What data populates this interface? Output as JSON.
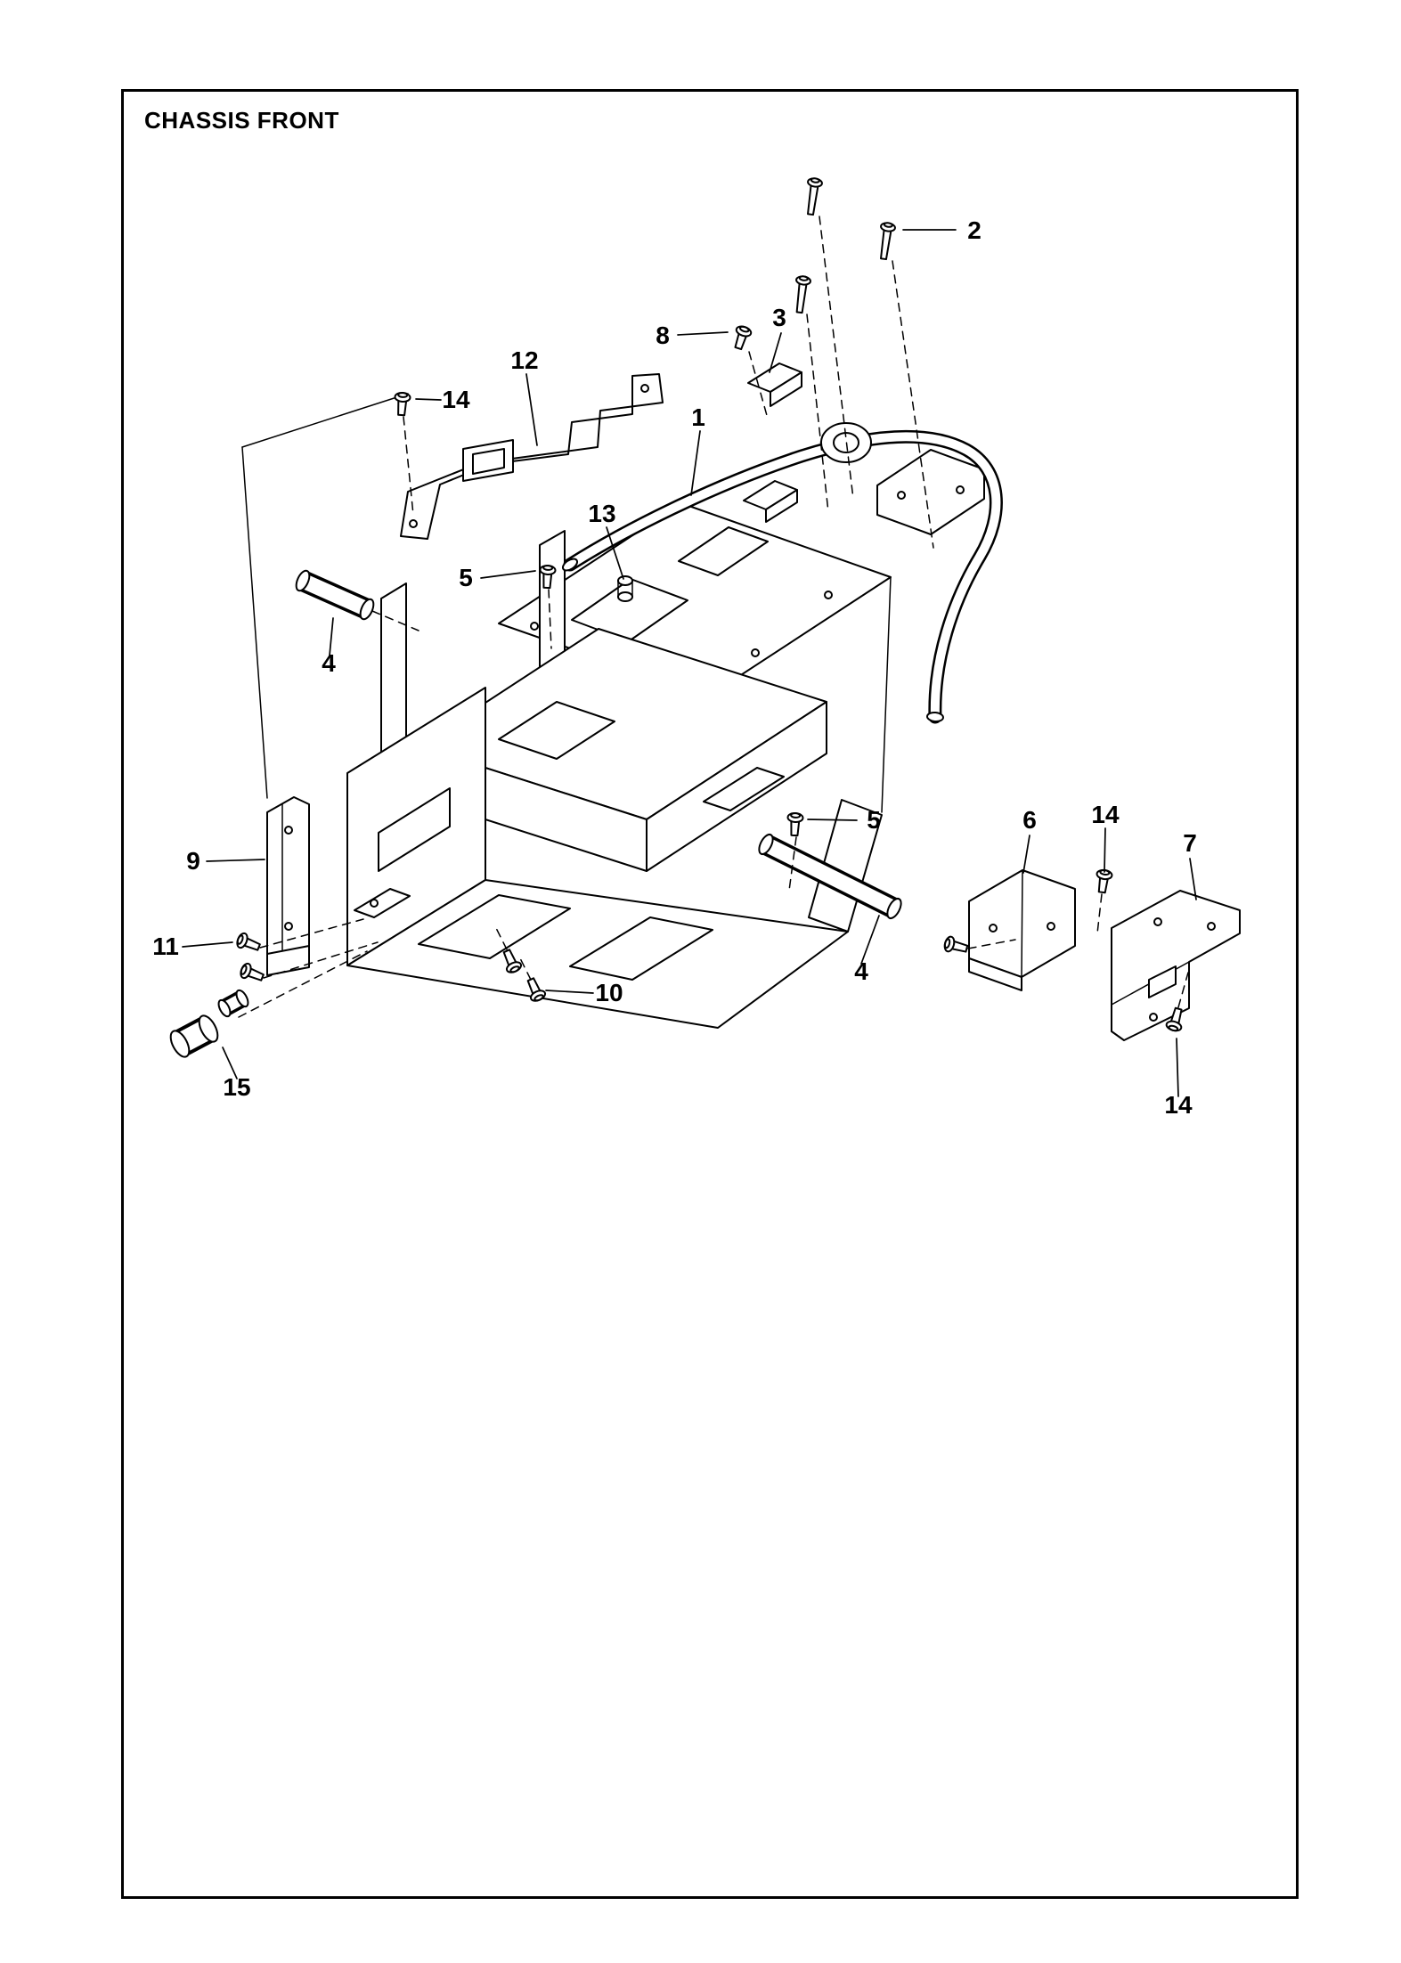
{
  "page": {
    "title": "CHASSIS FRONT"
  },
  "colors": {
    "line": "#000000",
    "background": "#ffffff"
  },
  "diagram": {
    "type": "exploded-parts-diagram",
    "callouts": {
      "c1": "1",
      "c2": "2",
      "c3": "3",
      "c4a": "4",
      "c4b": "4",
      "c5a": "5",
      "c5b": "5",
      "c6": "6",
      "c7": "7",
      "c8": "8",
      "c9": "9",
      "c10": "10",
      "c11": "11",
      "c12": "12",
      "c13": "13",
      "c14a": "14",
      "c14b": "14",
      "c14c": "14",
      "c15": "15"
    }
  }
}
